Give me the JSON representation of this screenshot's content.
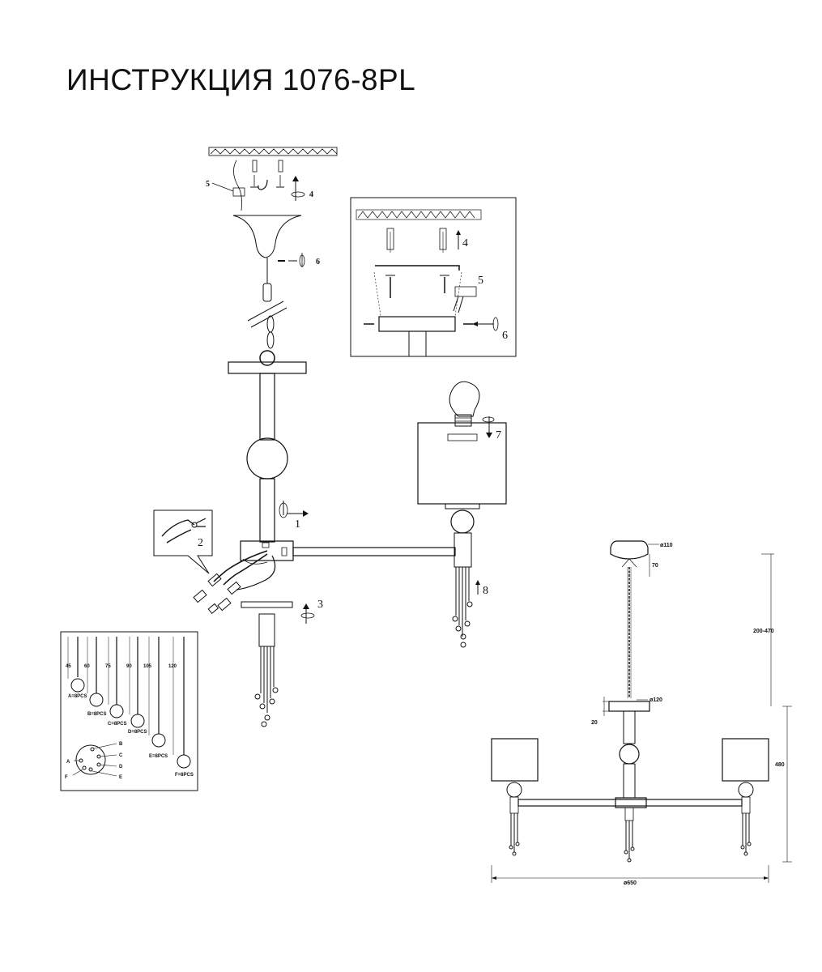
{
  "title": "ИНСТРУКЦИЯ 1076-8PL",
  "steps": {
    "s1": "1",
    "s2": "2",
    "s3": "3",
    "s4": "4",
    "s5": "5",
    "s6": "6",
    "s7": "7",
    "s8": "8",
    "inset_s4": "4",
    "inset_s5": "5",
    "inset_s6": "6"
  },
  "pendants": {
    "lengths": [
      "45",
      "60",
      "75",
      "90",
      "105",
      "120"
    ],
    "labels": [
      "A=8PCS",
      "B=8PCS",
      "C=8PCS",
      "D=8PCS",
      "E=8PCS",
      "F=8PCS"
    ],
    "ring_letters": [
      "A",
      "B",
      "C",
      "D",
      "E",
      "F"
    ]
  },
  "dimensions": {
    "canopy_diameter": "ø110",
    "canopy_height": "70",
    "chain_length": "200-470",
    "plate_diameter": "ø120",
    "plate_height": "20",
    "body_height": "480",
    "overall_width": "ø650"
  }
}
